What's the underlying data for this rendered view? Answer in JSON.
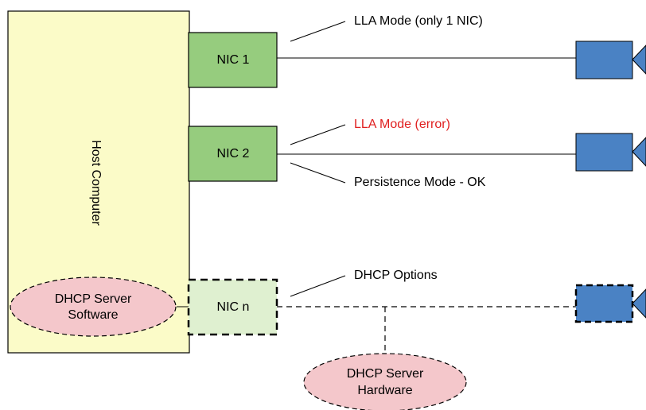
{
  "host": {
    "label": "Host Computer"
  },
  "nics": [
    {
      "label": "NIC 1"
    },
    {
      "label": "NIC 2"
    },
    {
      "label": "NIC n"
    }
  ],
  "dhcp": {
    "software": [
      "DHCP Server",
      "Software"
    ],
    "hardware": [
      "DHCP Server",
      "Hardware"
    ]
  },
  "annotations": {
    "lla_single": "LLA Mode (only 1 NIC)",
    "lla_error": "LLA Mode (error)",
    "persistence": "Persistence Mode - OK",
    "dhcp_options": "DHCP Options"
  },
  "colors": {
    "host_fill": "#fbfbc8",
    "nic_fill": "#96cc7e",
    "nic_dashed_fill": "#dff0d0",
    "camera_fill": "#4a82c4",
    "dhcp_fill": "#f4c7cb",
    "error_text": "#e02020",
    "line": "#000000"
  }
}
